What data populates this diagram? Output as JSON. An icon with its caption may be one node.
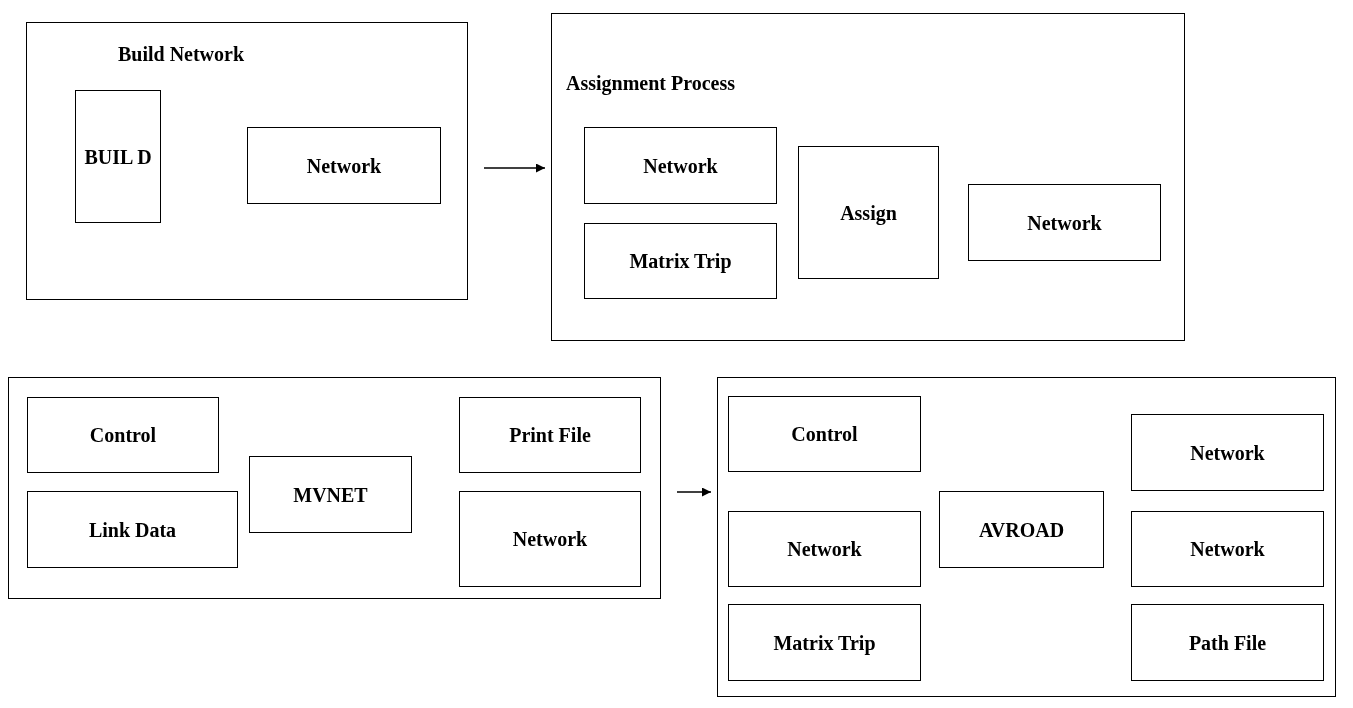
{
  "diagram": {
    "nodes": [
      {
        "text": [
          "Build Network"
        ]
      },
      {
        "text": [
          "BUIL D"
        ],
        "in": 0
      },
      {
        "text": [
          "Network"
        ],
        "in": 0
      },
      {
        "text": [
          "Assignment Process"
        ]
      },
      {
        "text": [
          "Network"
        ],
        "in": 3
      },
      {
        "text": [
          "Matrix Trip"
        ],
        "in": 3
      },
      {
        "text": [
          "Assign"
        ],
        "in": 3
      },
      {
        "text": [
          "Network"
        ],
        "in": 3
      },
      {
        "text": [],
        "shape": "box"
      },
      {
        "text": [
          "Control"
        ],
        "in": 8
      },
      {
        "text": [
          "Link Data"
        ],
        "in": 8
      },
      {
        "text": [
          "MVNET"
        ],
        "in": 8
      },
      {
        "text": [
          "Print File"
        ],
        "in": 8
      },
      {
        "text": [
          "Network"
        ],
        "in": 8
      },
      {
        "text": [],
        "shape": "box"
      },
      {
        "text": [
          "Control"
        ],
        "in": 14
      },
      {
        "text": [
          "Network"
        ],
        "in": 14
      },
      {
        "text": [
          "Network"
        ],
        "in": 14
      },
      {
        "text": [
          "AVROAD"
        ],
        "in": 14
      },
      {
        "text": [
          "Network"
        ],
        "in": 14
      },
      {
        "text": [
          "Matrix Trip"
        ],
        "in": 14
      },
      {
        "text": [
          "Path File"
        ],
        "in": 14
      }
    ],
    "edges": [
      {
        "from": 0,
        "to": 3,
        "arrow": "to"
      },
      {
        "from": 8,
        "to": 14,
        "arrow": "to"
      }
    ]
  }
}
